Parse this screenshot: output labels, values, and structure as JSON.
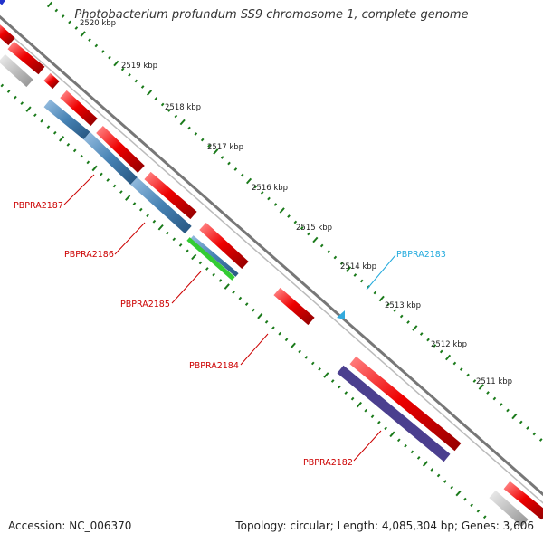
{
  "title": "Photobacterium profundum SS9 chromosome 1, complete genome",
  "footer": {
    "accession": "Accession: NC_006370",
    "topology": "Topology: circular; Length: 4,085,304 bp; Genes: 3,606"
  },
  "ruler": {
    "unit": "kbp",
    "ticks": [
      "2520 kbp",
      "2519 kbp",
      "2518 kbp",
      "2517 kbp",
      "2516 kbp",
      "2515 kbp",
      "2514 kbp",
      "2513 kbp",
      "2512 kbp",
      "2511 kbp"
    ]
  },
  "gene_labels": [
    {
      "name": "PBPRA2187",
      "color": "#cc0000"
    },
    {
      "name": "PBPRA2186",
      "color": "#cc0000"
    },
    {
      "name": "PBPRA2185",
      "color": "#cc0000"
    },
    {
      "name": "PBPRA2184",
      "color": "#cc0000"
    },
    {
      "name": "PBPRA2183",
      "color": "#22aadd"
    },
    {
      "name": "PBPRA2182",
      "color": "#cc0000"
    }
  ],
  "colors": {
    "backbone": "#888888",
    "cds": "#ee0000",
    "gene_blue": "#4682b4",
    "gene_green": "#33cc33",
    "gene_purple": "#4b3f8f",
    "gene_gray": "#bbbbbb",
    "trna_cyan": "#33aadd",
    "tick_green": "#1a7a1a"
  }
}
